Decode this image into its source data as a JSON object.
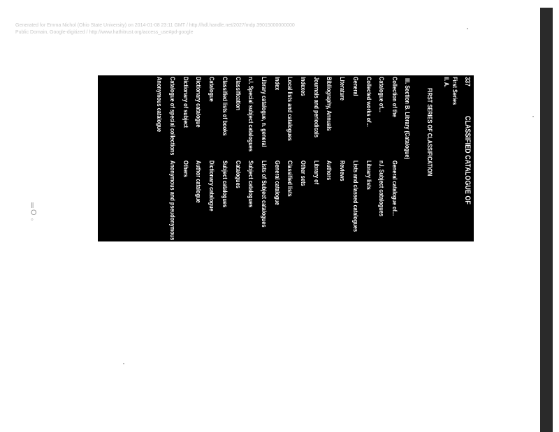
{
  "scan_header": {
    "line1": "Generated for Emma Nichol (Ohio State University) on 2014-01-08 23:11 GMT / http://hdl.handle.net/2027/mdp.39015000000000",
    "line2": "Public Domain, Google-digitized / http://www.hathitrust.org/access_use#pd-google"
  },
  "side_marks": {
    "glyph1": "‖",
    "glyph2": "O",
    "glyph3": "◦"
  },
  "document": {
    "heading": "CLASSIFIED CATALOGUE OF",
    "subheading": "FIRST SERIES OF CLASSIFICATION",
    "page_marker": "337",
    "left_col_marks": [
      "First Series",
      "II. A."
    ],
    "section_title": "III. Section B. Library (Catalogue)",
    "col_a": [
      "Collection of the",
      "Catalogue of...",
      "Collected works of...",
      "General",
      "Literature",
      "Bibliography, Annuals",
      "Journals and periodicals",
      "Indexes",
      "Local lists and catalogues",
      "Index",
      "Library catalogue, n. general",
      "n.l. Special subject catalogues",
      "Classification",
      "Classified lists of books",
      "Catalogue",
      "Dictionary catalogue",
      "Dictionary of subject",
      "Catalogue of special collections",
      "Anonymous catalogue"
    ],
    "col_b": [
      "General catalogue of...",
      "n.l. Subject catalogues",
      "Library lists",
      "Lists and classed catalogues",
      "Reviews",
      "Authors",
      "Library of",
      "Other sets",
      "Classified lists",
      "General catalogue",
      "Lists of Subject catalogues",
      "Subject catalogues",
      "Catalogues",
      "Subject catalogues",
      "Dictionary catalogue",
      "Author catalogue",
      "Others",
      "Anonymous and pseudonymous"
    ]
  }
}
